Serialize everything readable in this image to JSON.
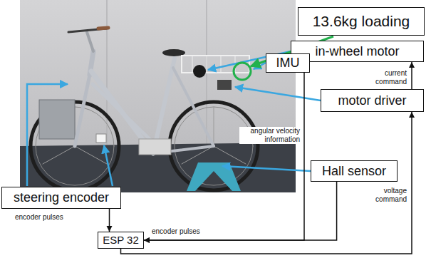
{
  "diagram": {
    "nodes": [
      {
        "text": [
          "13.6kg loading"
        ]
      },
      {
        "text": [
          "in-wheel motor"
        ]
      },
      {
        "text": [
          "IMU"
        ]
      },
      {
        "text": [
          "motor driver"
        ]
      },
      {
        "text": [
          "steering encoder"
        ]
      },
      {
        "text": [
          "Hall sensor"
        ]
      },
      {
        "text": [
          "ESP 32"
        ]
      }
    ],
    "edges": [
      {
        "from": 4,
        "to": 6,
        "label": "encoder pulses",
        "arrow": "to"
      },
      {
        "from": 5,
        "to": 6,
        "label": "encoder pulses",
        "arrow": "to"
      },
      {
        "from": 2,
        "to": 6,
        "label": "angular velocity information",
        "arrow": "to"
      },
      {
        "from": 6,
        "to": 3,
        "label": "voltage command",
        "arrow": "to"
      },
      {
        "from": 3,
        "to": 1,
        "label": "current command",
        "arrow": "to"
      }
    ]
  }
}
